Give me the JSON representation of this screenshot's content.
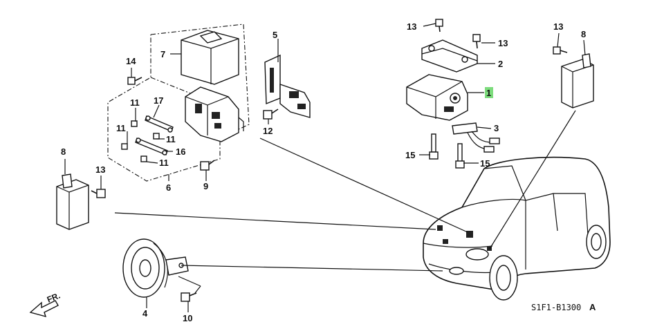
{
  "diagram": {
    "part_labels": {
      "p1": "1",
      "p2": "2",
      "p3": "3",
      "p4": "4",
      "p5": "5",
      "p6": "6",
      "p7": "7",
      "p8a": "8",
      "p8b": "8",
      "p9": "9",
      "p10": "10",
      "p11a": "11",
      "p11b": "11",
      "p11c": "11",
      "p11d": "11",
      "p12": "12",
      "p13a": "13",
      "p13b": "13",
      "p13c": "13",
      "p13d": "13",
      "p14": "14",
      "p15a": "15",
      "p15b": "15",
      "p16": "16",
      "p17": "17"
    },
    "diagram_code": "S1F1-B1300",
    "diagram_suffix": "A",
    "direction_label": "FR.",
    "highlight_color": "#7ddc7d"
  }
}
